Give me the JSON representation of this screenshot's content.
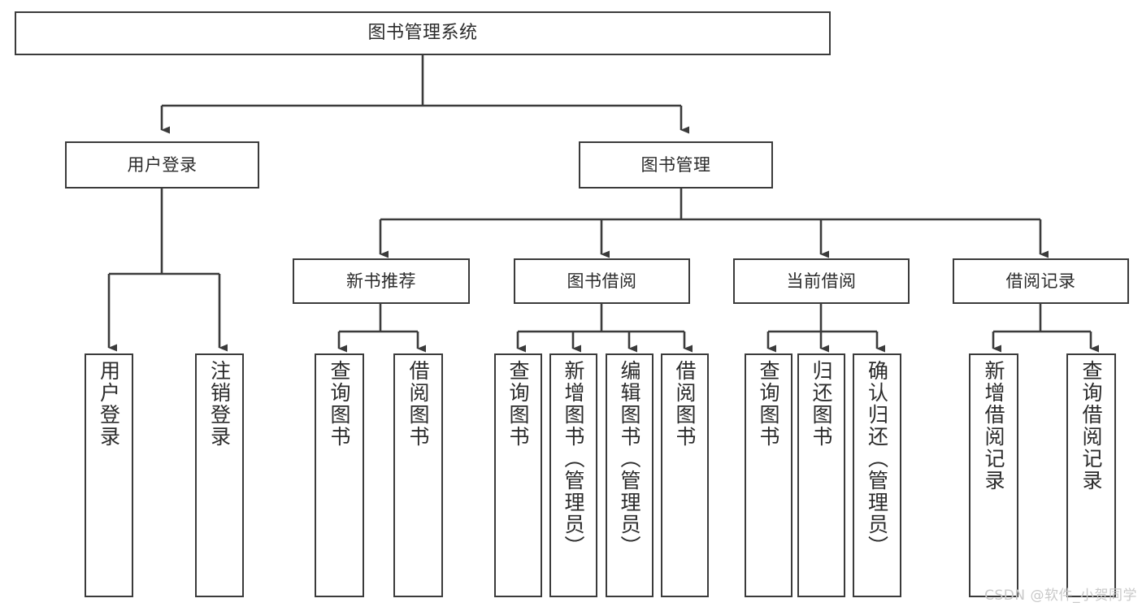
{
  "diagram": {
    "title": "图书管理系统",
    "watermark": "CSDN @软件_小贺同学",
    "colors": {
      "stroke": "#3b3b3b",
      "fill": "#ffffff",
      "text": "#2b2b2b",
      "watermark": "#c9c9c9"
    },
    "root": {
      "label": "图书管理系统"
    },
    "level2": [
      {
        "label": "用户登录"
      },
      {
        "label": "图书管理"
      }
    ],
    "level3": [
      {
        "label": "新书推荐"
      },
      {
        "label": "图书借阅"
      },
      {
        "label": "当前借阅"
      },
      {
        "label": "借阅记录"
      }
    ],
    "leaves": {
      "user_login": [
        {
          "label": "用户登录"
        },
        {
          "label": "注销登录"
        }
      ],
      "new_book_recommend": [
        {
          "label": "查询图书"
        },
        {
          "label": "借阅图书"
        }
      ],
      "book_borrow": [
        {
          "label": "查询图书"
        },
        {
          "label": "新增图书（管理员）"
        },
        {
          "label": "编辑图书（管理员）"
        },
        {
          "label": "借阅图书"
        }
      ],
      "current_borrow": [
        {
          "label": "查询图书"
        },
        {
          "label": "归还图书"
        },
        {
          "label": "确认归还（管理员）"
        }
      ],
      "borrow_record": [
        {
          "label": "新增借阅记录"
        },
        {
          "label": "查询借阅记录"
        }
      ]
    }
  }
}
